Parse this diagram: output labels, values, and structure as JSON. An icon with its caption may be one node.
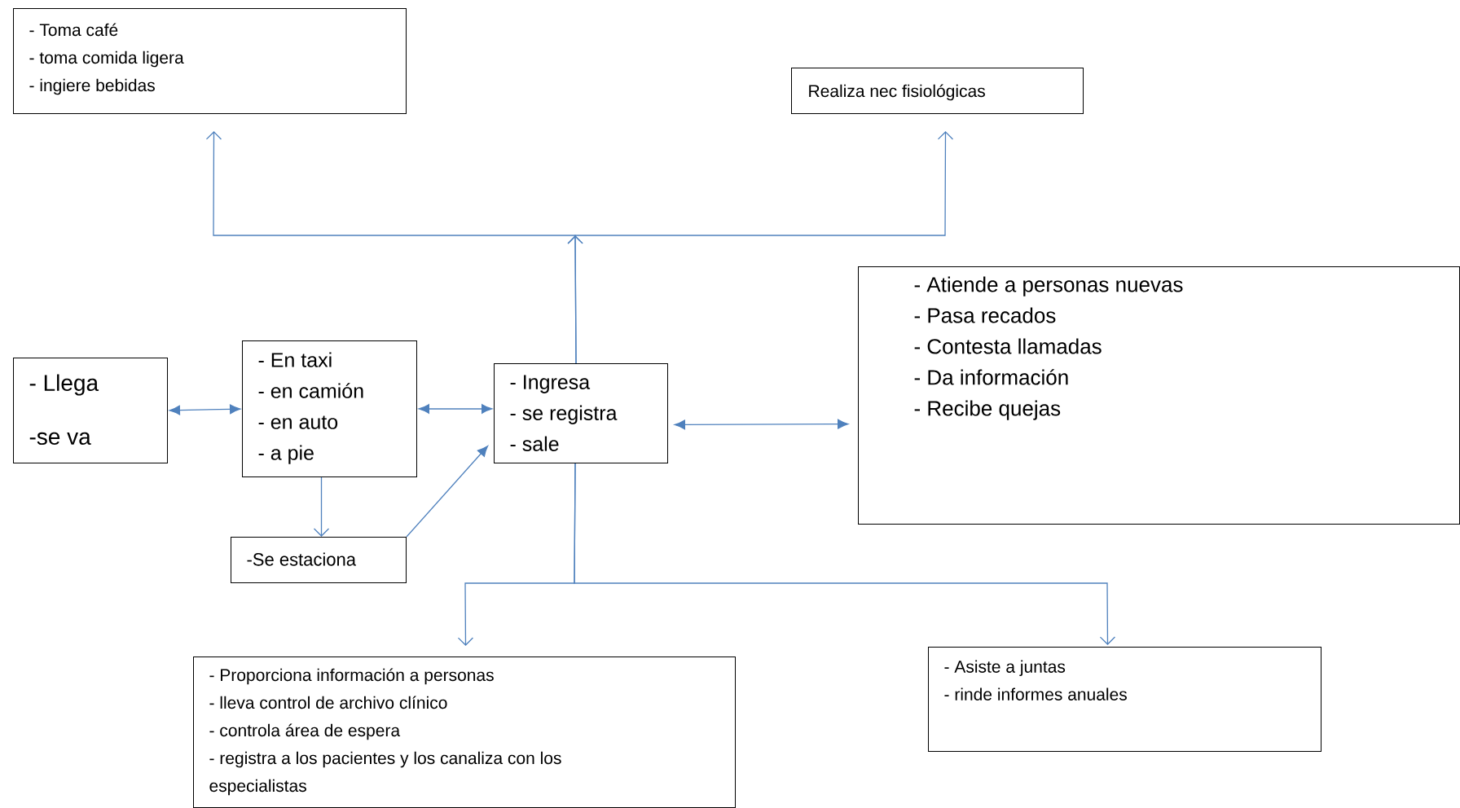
{
  "diagram": {
    "nodes": [
      {
        "text": [
          "- Toma café",
          "- toma comida ligera",
          "- ingiere bebidas"
        ]
      },
      {
        "text": [
          "Realiza nec fisiológicas"
        ]
      },
      {
        "text": [
          "- Llega",
          "-se va"
        ]
      },
      {
        "text": [
          "- En taxi",
          "- en camión",
          "- en auto",
          "- a pie"
        ]
      },
      {
        "text": [
          "- Ingresa",
          "- se registra",
          "- sale"
        ]
      },
      {
        "text": [
          "- Atiende a personas nuevas",
          "- Pasa recados",
          "- Contesta llamadas",
          "- Da información",
          "- Recibe quejas"
        ]
      },
      {
        "text": [
          "-Se estaciona"
        ]
      },
      {
        "text": [
          "- Proporciona información a personas",
          "- lleva control de archivo clínico",
          "- controla área de espera",
          "- registra a los pacientes y los canaliza con los especialistas"
        ]
      },
      {
        "text": [
          "- Asiste a juntas",
          "- rinde informes anuales"
        ]
      }
    ],
    "edges": [
      {
        "from": 2,
        "to": 3,
        "arrow": "both"
      },
      {
        "from": 3,
        "to": 4,
        "arrow": "both"
      },
      {
        "from": 4,
        "to": 5,
        "arrow": "both"
      },
      {
        "from": 3,
        "to": 6,
        "arrow": "to"
      },
      {
        "from": 6,
        "to": 4,
        "arrow": "to"
      },
      {
        "from": 4,
        "to": 0,
        "arrow": "to"
      },
      {
        "from": 4,
        "to": 1,
        "arrow": "to"
      },
      {
        "from": 4,
        "to": 7,
        "arrow": "to"
      },
      {
        "from": 4,
        "to": 8,
        "arrow": "to"
      }
    ]
  }
}
